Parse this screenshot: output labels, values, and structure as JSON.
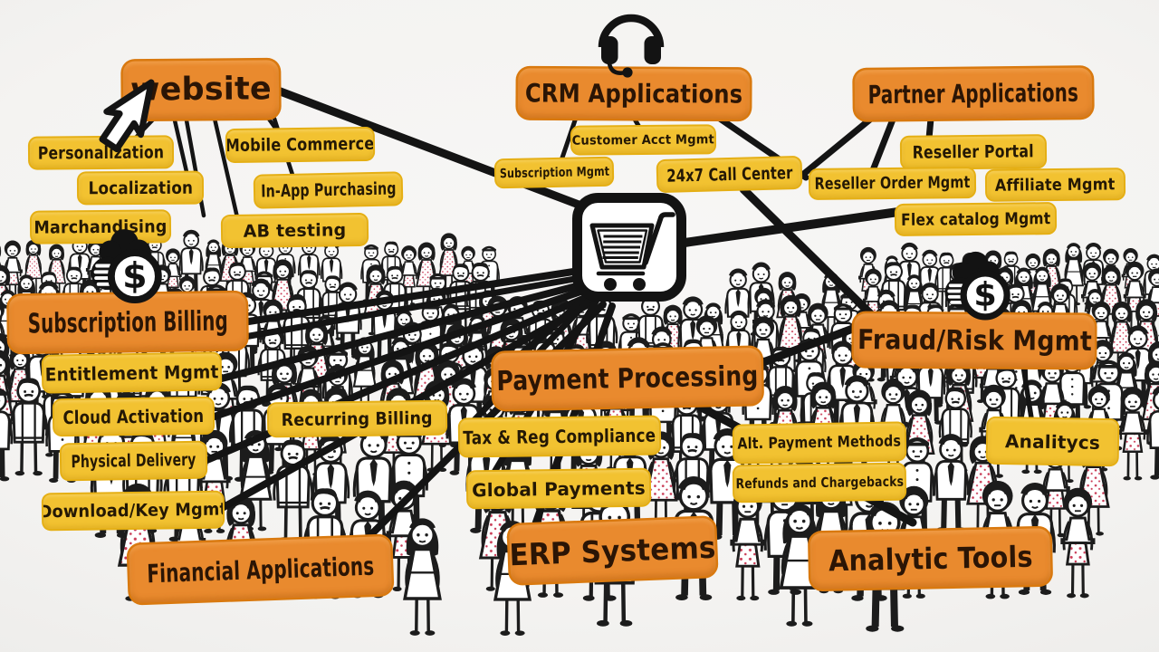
{
  "diagram": {
    "primary_nodes": [
      {
        "id": "website",
        "label": "website"
      },
      {
        "id": "crm-applications",
        "label": "CRM Applications"
      },
      {
        "id": "partner-applications",
        "label": "Partner Applications"
      },
      {
        "id": "subscription-billing",
        "label": "Subscription Billing"
      },
      {
        "id": "payment-processing",
        "label": "Payment Processing"
      },
      {
        "id": "fraud-risk-mgmt",
        "label": "Fraud/Risk Mgmt"
      },
      {
        "id": "financial-applications",
        "label": "Financial Applications"
      },
      {
        "id": "erp-systems",
        "label": "ERP Systems"
      },
      {
        "id": "analytic-tools",
        "label": "Analytic Tools"
      }
    ],
    "secondary_nodes": [
      {
        "id": "personalization",
        "label": "Personalization"
      },
      {
        "id": "localization",
        "label": "Localization"
      },
      {
        "id": "marchandising",
        "label": "Marchandising"
      },
      {
        "id": "mobile-commerce",
        "label": "Mobile Commerce"
      },
      {
        "id": "in-app-purchasing",
        "label": "In-App Purchasing"
      },
      {
        "id": "ab-testing",
        "label": "AB testing"
      },
      {
        "id": "subscription-mgmt",
        "label": "Subscription Mgmt"
      },
      {
        "id": "customer-acct-mgmt",
        "label": "Customer Acct Mgmt"
      },
      {
        "id": "call-center-24x7",
        "label": "24x7 Call Center"
      },
      {
        "id": "reseller-portal",
        "label": "Reseller Portal"
      },
      {
        "id": "reseller-order-mgmt",
        "label": "Reseller Order Mgmt"
      },
      {
        "id": "affiliate-mgmt",
        "label": "Affiliate Mgmt"
      },
      {
        "id": "flex-catalog-mgmt",
        "label": "Flex catalog Mgmt"
      },
      {
        "id": "entitlement-mgmt",
        "label": "Entitlement Mgmt"
      },
      {
        "id": "cloud-activation",
        "label": "Cloud Activation"
      },
      {
        "id": "physical-delivery",
        "label": "Physical Delivery"
      },
      {
        "id": "download-key-mgmt",
        "label": "Download/Key Mgmt"
      },
      {
        "id": "recurring-billing",
        "label": "Recurring Billing"
      },
      {
        "id": "tax-reg-compliance",
        "label": "Tax & Reg Compliance"
      },
      {
        "id": "global-payments",
        "label": "Global Payments"
      },
      {
        "id": "alt-payment-methods",
        "label": "Alt. Payment Methods"
      },
      {
        "id": "refunds-and-chargebacks",
        "label": "Refunds and Chargebacks"
      },
      {
        "id": "analitycs",
        "label": "Analitycs"
      }
    ],
    "edges": [
      {
        "from": "website",
        "to": "shopping-cart"
      },
      {
        "from": "website",
        "to": "personalization"
      },
      {
        "from": "website",
        "to": "localization"
      },
      {
        "from": "website",
        "to": "marchandising"
      },
      {
        "from": "website",
        "to": "mobile-commerce"
      },
      {
        "from": "website",
        "to": "in-app-purchasing"
      },
      {
        "from": "website",
        "to": "ab-testing"
      },
      {
        "from": "crm-applications",
        "to": "customer-acct-mgmt"
      },
      {
        "from": "crm-applications",
        "to": "subscription-mgmt"
      },
      {
        "from": "crm-applications",
        "to": "reseller-order-mgmt"
      },
      {
        "from": "partner-applications",
        "to": "call-center-24x7"
      },
      {
        "from": "partner-applications",
        "to": "reseller-portal"
      },
      {
        "from": "partner-applications",
        "to": "reseller-order-mgmt"
      },
      {
        "from": "shopping-cart",
        "to": "flex-catalog-mgmt"
      },
      {
        "from": "shopping-cart",
        "to": "subscription-billing"
      },
      {
        "from": "shopping-cart",
        "to": "entitlement-mgmt"
      },
      {
        "from": "shopping-cart",
        "to": "cloud-activation"
      },
      {
        "from": "shopping-cart",
        "to": "physical-delivery"
      },
      {
        "from": "shopping-cart",
        "to": "download-key-mgmt"
      },
      {
        "from": "shopping-cart",
        "to": "financial-applications"
      },
      {
        "from": "shopping-cart",
        "to": "erp-systems"
      },
      {
        "from": "shopping-cart",
        "to": "payment-processing"
      },
      {
        "from": "shopping-cart",
        "to": "tax-reg-compliance"
      },
      {
        "from": "shopping-cart",
        "to": "global-payments"
      },
      {
        "from": "call-center-24x7",
        "to": "fraud-risk-mgmt"
      },
      {
        "from": "payment-processing",
        "to": "fraud-risk-mgmt"
      },
      {
        "from": "payment-processing",
        "to": "analytic-tools"
      },
      {
        "from": "fraud-risk-mgmt",
        "to": "analitycs"
      }
    ],
    "icons": [
      {
        "name": "cursor-arrow-icon"
      },
      {
        "name": "headset-icon"
      },
      {
        "name": "shopping-cart-icon"
      },
      {
        "name": "money-coins-icon"
      },
      {
        "name": "money-coins-icon"
      },
      {
        "name": "crowd-illustration"
      }
    ],
    "dollar_symbol": "$",
    "colors": {
      "primary_box": "#e98a2e",
      "secondary_box": "#f2c231",
      "ink": "#26180a",
      "line": "#141414",
      "background": "#f3f2f0",
      "polka_dot": "#c93a55"
    }
  }
}
